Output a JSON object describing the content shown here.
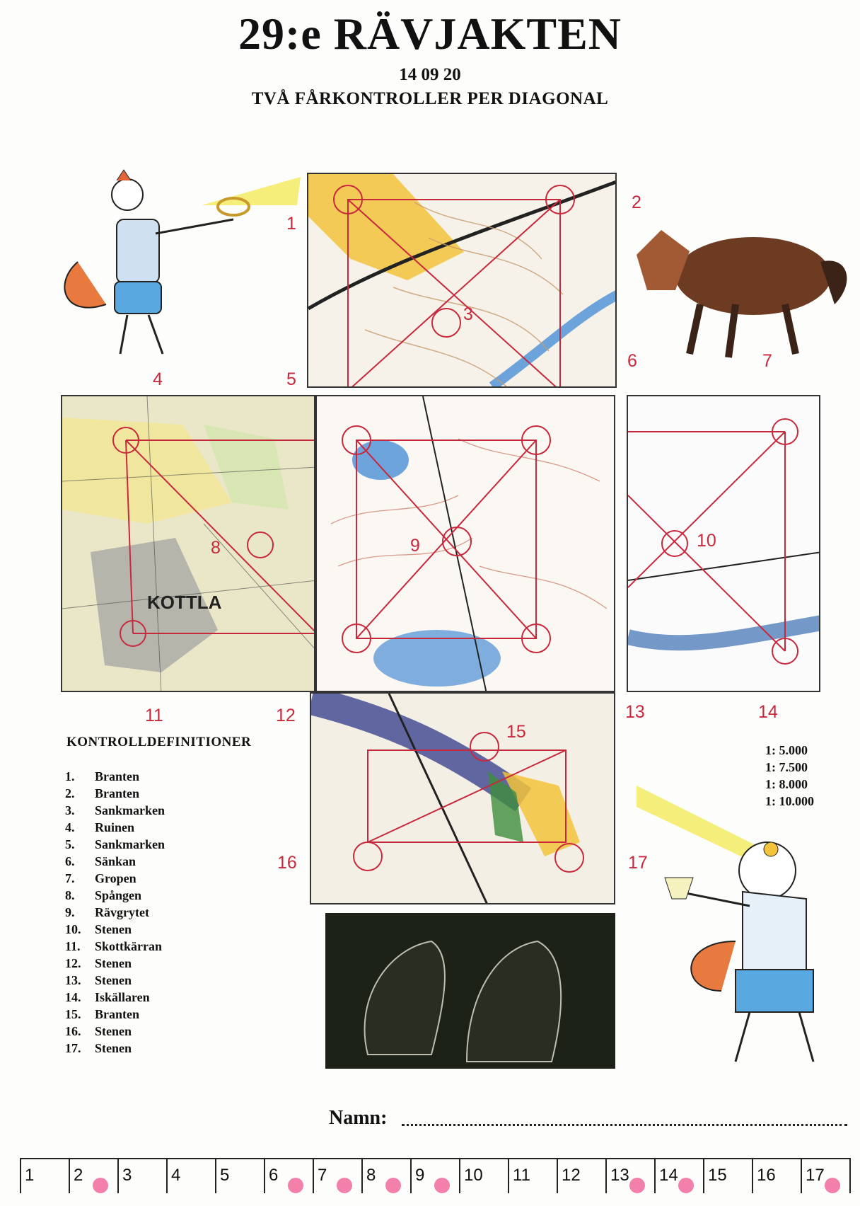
{
  "header": {
    "title": "29:e RÄVJAKTEN",
    "date": "14 09 20",
    "subtitle": "TVÅ FÅRKONTROLLER PER DIAGONAL"
  },
  "map_labels": {
    "kottla": "KOTTLA"
  },
  "control_numbers": [
    "1",
    "2",
    "3",
    "4",
    "5",
    "6",
    "7",
    "8",
    "9",
    "10",
    "11",
    "12",
    "13",
    "14",
    "15",
    "16",
    "17"
  ],
  "definitions": {
    "title": "KONTROLLDEFINITIONER",
    "items": [
      {
        "n": "1.",
        "label": "Branten"
      },
      {
        "n": "2.",
        "label": "Branten"
      },
      {
        "n": "3.",
        "label": "Sankmarken"
      },
      {
        "n": "4.",
        "label": "Ruinen"
      },
      {
        "n": "5.",
        "label": "Sankmarken"
      },
      {
        "n": "6.",
        "label": "Sänkan"
      },
      {
        "n": "7.",
        "label": "Gropen"
      },
      {
        "n": "8.",
        "label": "Spången"
      },
      {
        "n": "9.",
        "label": "Rävgrytet"
      },
      {
        "n": "10.",
        "label": "Stenen"
      },
      {
        "n": "11.",
        "label": "Skottkärran"
      },
      {
        "n": "12.",
        "label": "Stenen"
      },
      {
        "n": "13.",
        "label": "Stenen"
      },
      {
        "n": "14.",
        "label": "Iskällaren"
      },
      {
        "n": "15.",
        "label": "Branten"
      },
      {
        "n": "16.",
        "label": "Stenen"
      },
      {
        "n": "17.",
        "label": "Stenen"
      }
    ]
  },
  "scales": [
    "1: 5.000",
    "1: 7.500",
    "1: 8.000",
    "1: 10.000"
  ],
  "name_field": {
    "label": "Namn:"
  },
  "punch_strip": {
    "cells": [
      "1",
      "2",
      "3",
      "4",
      "5",
      "6",
      "7",
      "8",
      "9",
      "10",
      "11",
      "12",
      "13",
      "14",
      "15",
      "16",
      "17"
    ],
    "punched": [
      2,
      6,
      7,
      8,
      9,
      13,
      14,
      17
    ]
  },
  "colors": {
    "course_line": "#c8283c",
    "punch_mark": "#f06a9c",
    "map_yellow": "#f2c33b",
    "water_blue": "#4a8fd6"
  }
}
